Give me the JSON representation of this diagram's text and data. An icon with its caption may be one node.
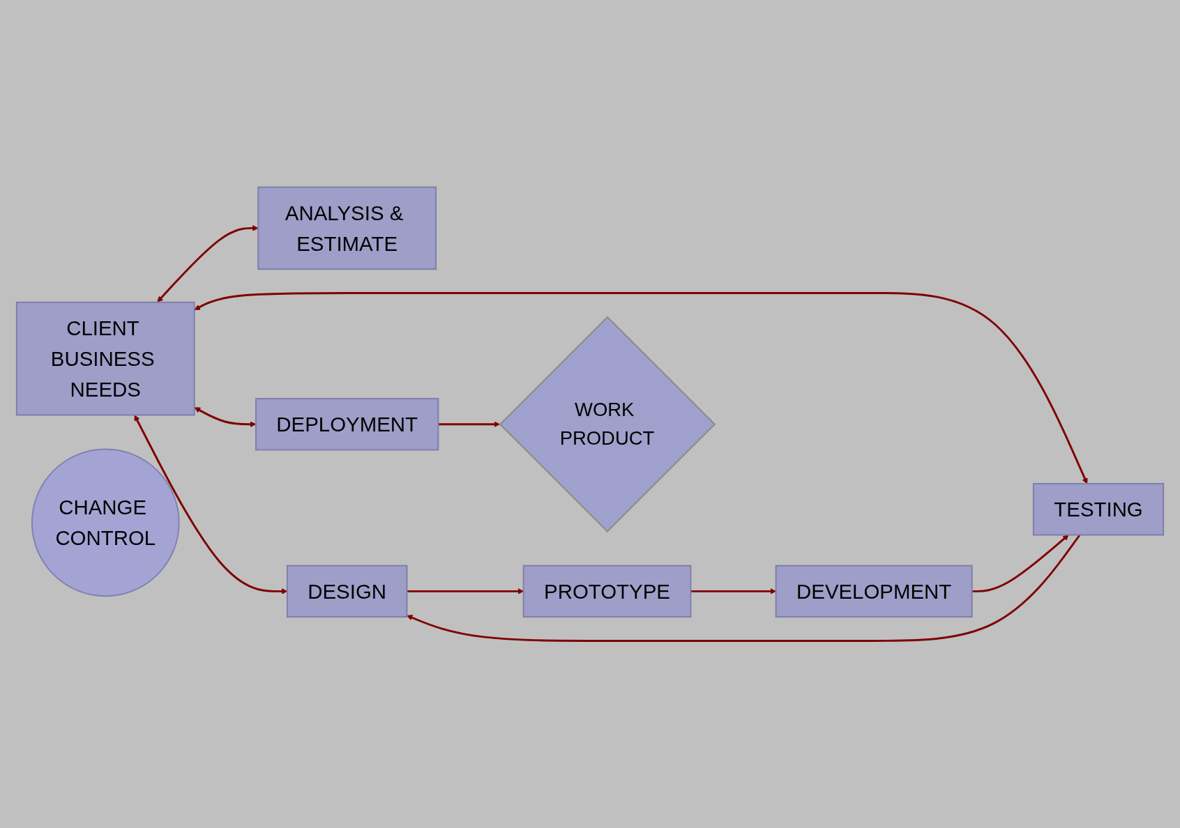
{
  "diagram": {
    "nodes": [
      {
        "text": [
          "CLIENT BUSINESS NEEDS"
        ]
      },
      {
        "text": [
          "ANALYSIS & ESTIMATE"
        ]
      },
      {
        "text": [
          "DESIGN"
        ]
      },
      {
        "text": [
          "PROTOTYPE"
        ]
      },
      {
        "text": [
          "CHANGE CONTROL"
        ]
      },
      {
        "text": [
          "TESTING"
        ]
      },
      {
        "text": [
          "DEVELOPMENT"
        ]
      },
      {
        "text": [
          "DEPLOYMENT"
        ]
      },
      {
        "text": [
          "WORK PRODUCT"
        ]
      }
    ],
    "edges": [
      {
        "from": 0,
        "to": 1,
        "arrow": "both"
      },
      {
        "from": 0,
        "to": 2,
        "arrow": "both"
      },
      {
        "from": 0,
        "to": 5,
        "arrow": "both"
      },
      {
        "from": 0,
        "to": 7,
        "arrow": "both"
      },
      {
        "from": 2,
        "to": 3,
        "arrow": "to"
      },
      {
        "from": 3,
        "to": 6,
        "arrow": "to"
      },
      {
        "from": 6,
        "to": 5,
        "arrow": "to"
      },
      {
        "from": 5,
        "to": 2,
        "arrow": "to"
      },
      {
        "from": 7,
        "to": 8,
        "arrow": "to"
      }
    ]
  }
}
